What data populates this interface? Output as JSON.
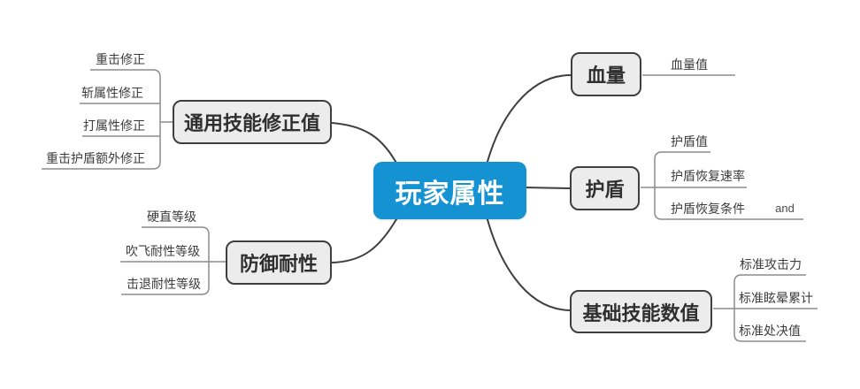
{
  "mindmap": {
    "root": {
      "label": "玩家属性"
    },
    "branches": [
      {
        "label": "通用技能修正值",
        "children": [
          {
            "label": "重击修正"
          },
          {
            "label": "斩属性修正"
          },
          {
            "label": "打属性修正"
          },
          {
            "label": "重击护盾额外修正"
          }
        ]
      },
      {
        "label": "防御耐性",
        "children": [
          {
            "label": "硬直等级"
          },
          {
            "label": "吹飞耐性等级"
          },
          {
            "label": "击退耐性等级"
          }
        ]
      },
      {
        "label": "血量",
        "children": [
          {
            "label": "血量值"
          }
        ]
      },
      {
        "label": "护盾",
        "children": [
          {
            "label": "护盾值"
          },
          {
            "label": "护盾恢复速率"
          },
          {
            "label": "护盾恢复条件",
            "tag": "and"
          }
        ]
      },
      {
        "label": "基础技能数值",
        "children": [
          {
            "label": "标准攻击力"
          },
          {
            "label": "标准眩晕累计"
          },
          {
            "label": "标准处决值"
          }
        ]
      }
    ],
    "colors": {
      "root_fill": "#1592d2",
      "root_text": "#ffffff",
      "branch_fill": "#ececec",
      "branch_border": "#3f3f3f",
      "branch_line": "#3f3f3f",
      "leaf_line": "#8c8c8c",
      "leaf_text": "#3c3c3c"
    }
  }
}
